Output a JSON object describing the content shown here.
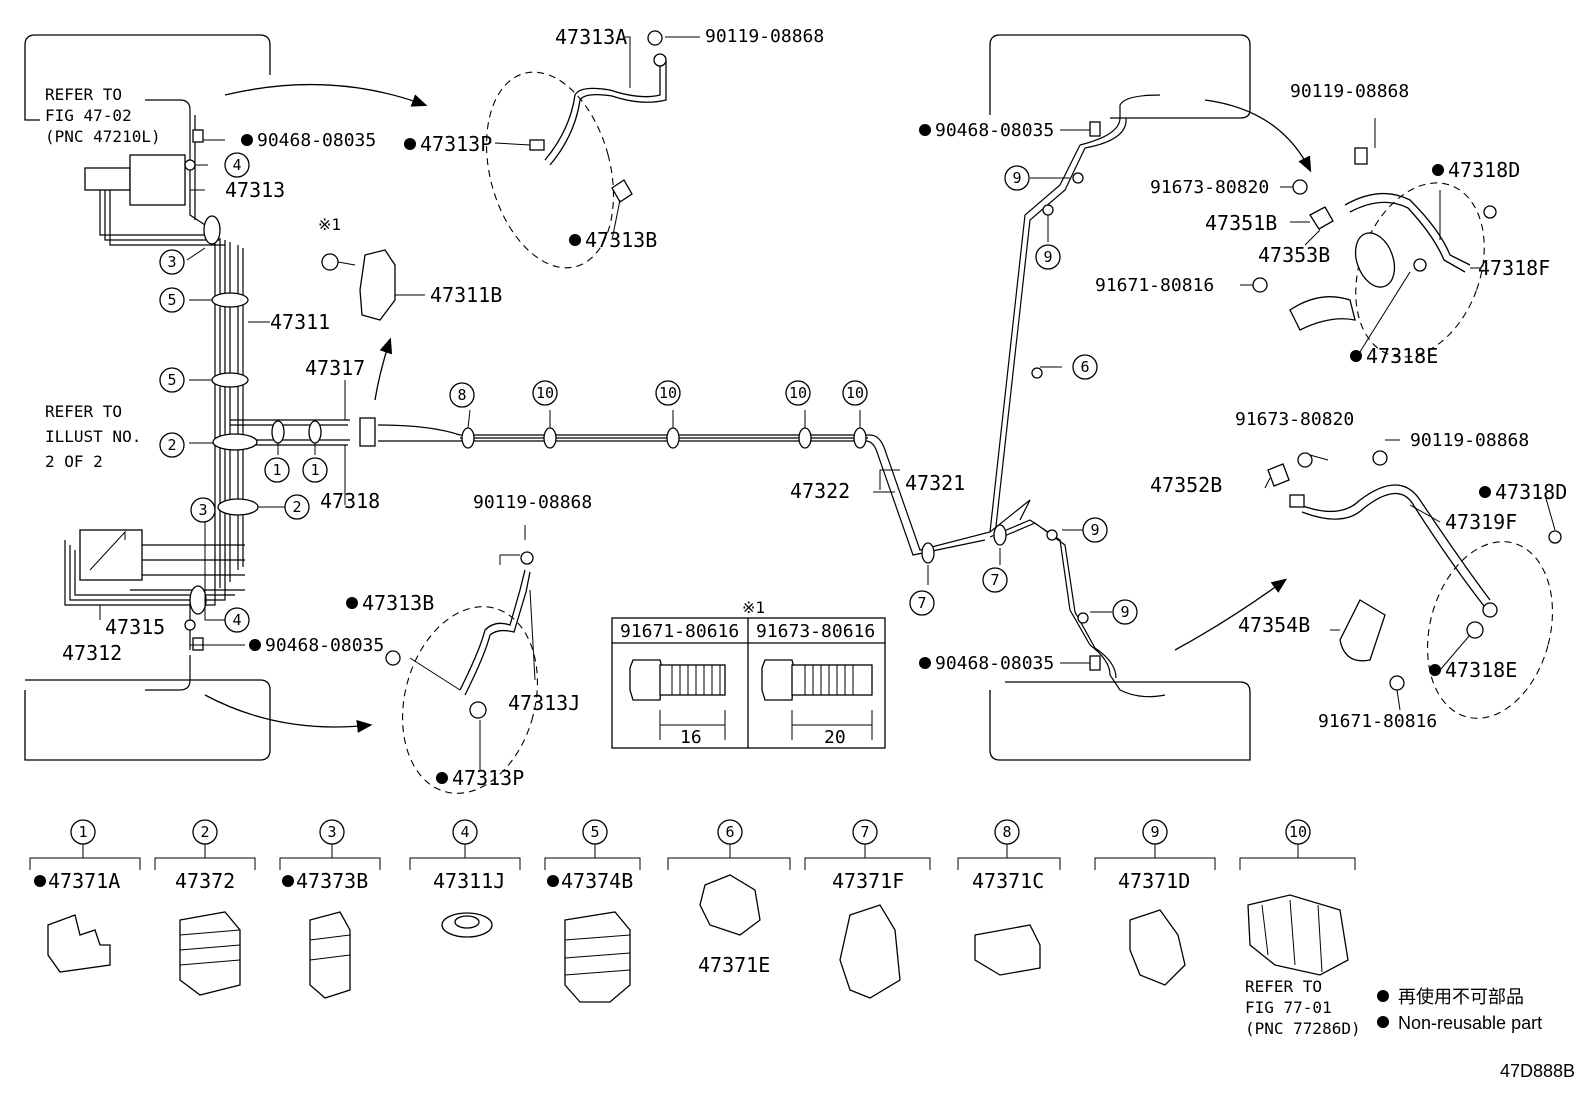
{
  "notes": {
    "refer_fig_4702": [
      "REFER TO",
      "FIG 47-02",
      "(PNC 47210L)"
    ],
    "refer_illust": [
      "REFER TO",
      "ILLUST NO.",
      "2 OF 2"
    ],
    "refer_fig_7701": [
      "REFER TO",
      "FIG 77-01",
      "(PNC 77286D)"
    ]
  },
  "labels": {
    "p47313A": "47313A",
    "p90119_a": "90119-08868",
    "p47313P_top": "47313P",
    "p47313B_top": "47313B",
    "p90468_a": "90468-08035",
    "p47313": "47313",
    "p47311": "47311",
    "p47311B": "47311B",
    "p47317": "47317",
    "p47318": "47318",
    "p47315": "47315",
    "p47312": "47312",
    "p90468_b": "90468-08035",
    "p90119_b": "90119-08868",
    "p47313B_bot": "47313B",
    "p47313J": "47313J",
    "p47313P_bot": "47313P",
    "p47322": "47322",
    "p47321": "47321",
    "p90468_c": "90468-08035",
    "p90468_d": "90468-08035",
    "p90119_c": "90119-08868",
    "p91673_a": "91673-80820",
    "p47351B": "47351B",
    "p47353B": "47353B",
    "p91671_a": "91671-80816",
    "p47318D_a": "47318D",
    "p47318F": "47318F",
    "p47318E_a": "47318E",
    "p91673_b": "91673-80820",
    "p90119_d": "90119-08868",
    "p47352B": "47352B",
    "p47318D_b": "47318D",
    "p47319F": "47319F",
    "p47354B": "47354B",
    "p47318E_b": "47318E",
    "p91671_b": "91671-80816",
    "ref_mark": "※1"
  },
  "bolt_table": {
    "mark": "※1",
    "cols": [
      {
        "part": "91671-80616",
        "length": "16"
      },
      {
        "part": "91673-80616",
        "length": "20"
      }
    ]
  },
  "clip_callouts": {
    "c1": "1",
    "c2": "2",
    "c3": "3",
    "c4": "4",
    "c5": "5",
    "c6": "6",
    "c7": "7",
    "c8": "8",
    "c9": "9",
    "c10": "10"
  },
  "clip_catalog": [
    {
      "num": "1",
      "part": "47371A",
      "nonreusable": true
    },
    {
      "num": "2",
      "part": "47372",
      "nonreusable": false
    },
    {
      "num": "3",
      "part": "47373B",
      "nonreusable": true
    },
    {
      "num": "4",
      "part": "47311J",
      "nonreusable": false
    },
    {
      "num": "5",
      "part": "47374B",
      "nonreusable": true
    },
    {
      "num": "6",
      "part": "47371E",
      "nonreusable": false
    },
    {
      "num": "7",
      "part": "47371F",
      "nonreusable": false
    },
    {
      "num": "8",
      "part": "47371C",
      "nonreusable": false
    },
    {
      "num": "9",
      "part": "47371D",
      "nonreusable": false
    },
    {
      "num": "10",
      "part": "",
      "nonreusable": false
    }
  ],
  "legend": {
    "jp": "再使用不可部品",
    "en": "Non-reusable part"
  },
  "figure_id": "47D888B"
}
